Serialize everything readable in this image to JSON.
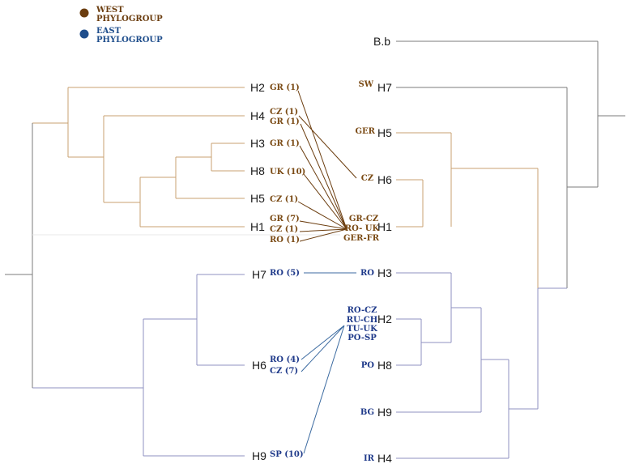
{
  "legend": [
    {
      "lines": [
        "WEST",
        "PHYLOGROUP"
      ],
      "color": "#6b3d0f"
    },
    {
      "lines": [
        "EAST",
        "PHYLOGROUP"
      ],
      "color": "#1f4e8c"
    }
  ],
  "colors": {
    "west_text": "#7a4a14",
    "west_tree": "#c8a070",
    "west_connector": "#6b3d0f",
    "east_text": "#1f3a8a",
    "east_tree": "#8f91c2",
    "east_connector": "#3b6aa0",
    "neutral": "#7b7b7b"
  },
  "left_tree": {
    "west": [
      {
        "haplotype": "H2",
        "counts": [
          "GR (1)"
        ]
      },
      {
        "haplotype": "H4",
        "counts": [
          "CZ (1)",
          "GR (1)"
        ]
      },
      {
        "haplotype": "H3",
        "counts": [
          "GR (1)"
        ]
      },
      {
        "haplotype": "H8",
        "counts": [
          "UK (10)"
        ]
      },
      {
        "haplotype": "H5",
        "counts": [
          "CZ (1)"
        ]
      },
      {
        "haplotype": "H1",
        "counts": [
          "GR (7)",
          "CZ (1)",
          "RO (1)"
        ]
      }
    ],
    "east": [
      {
        "haplotype": "H7",
        "counts": [
          "RO (5)"
        ]
      },
      {
        "haplotype": "H6",
        "counts": [
          "RO (4)",
          "CZ (7)"
        ]
      },
      {
        "haplotype": "H9",
        "counts": [
          "SP (10)"
        ]
      }
    ]
  },
  "right_tree": {
    "outgroup": {
      "label": "B.b"
    },
    "west": [
      {
        "haplotype": "H7",
        "regions": [
          "SW"
        ]
      },
      {
        "haplotype": "H5",
        "regions": [
          "GER"
        ]
      },
      {
        "haplotype": "H6",
        "regions": [
          "CZ"
        ]
      },
      {
        "haplotype": "H1",
        "regions": [
          "GR-CZ",
          "RO- UK",
          "GER-FR"
        ]
      }
    ],
    "east": [
      {
        "haplotype": "H3",
        "regions": [
          "RO"
        ]
      },
      {
        "haplotype": "H2",
        "regions": [
          "RO-CZ",
          "RU-CH",
          "TU-UK",
          "PO-SP"
        ]
      },
      {
        "haplotype": "H8",
        "regions": [
          "PO"
        ]
      },
      {
        "haplotype": "H9",
        "regions": [
          "BG"
        ]
      },
      {
        "haplotype": "H4",
        "regions": [
          "IR"
        ]
      }
    ]
  }
}
